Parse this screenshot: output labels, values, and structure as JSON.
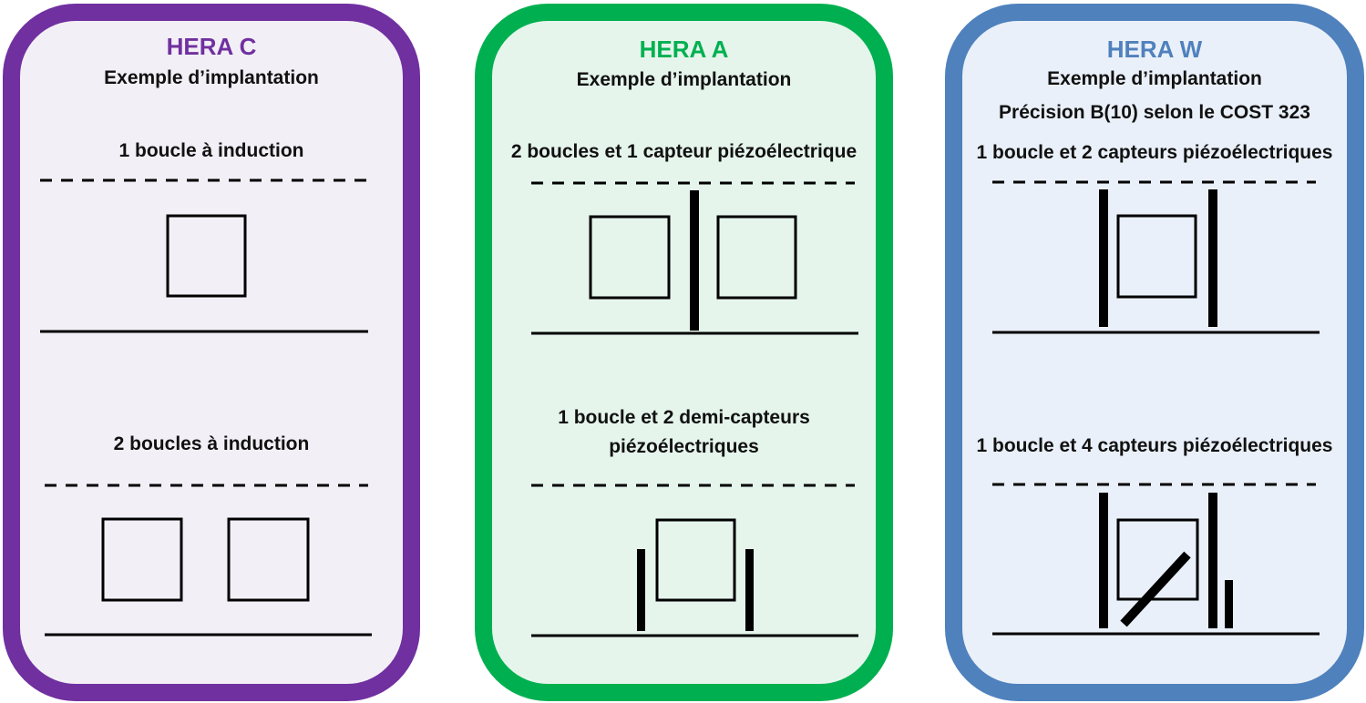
{
  "colors": {
    "hera_c": "#7030a0",
    "hera_a": "#00b050",
    "hera_w": "#4f81bd",
    "bg_c": "#f2eff6",
    "bg_a": "#e5f5ec",
    "bg_w": "#eaf0f9",
    "ink": "#000000"
  },
  "panels": [
    {
      "title": "HERA C",
      "subtitle": "Exemple d’implantation",
      "precision": "",
      "configs": [
        {
          "label": "1 boucle à induction"
        },
        {
          "label": "2 boucles à induction"
        }
      ]
    },
    {
      "title": "HERA A",
      "subtitle": "Exemple d’implantation",
      "precision": "",
      "configs": [
        {
          "label": "2 boucles et 1 capteur piézoélectrique"
        },
        {
          "label": "1 boucle et 2 demi-capteurs\npiézoélectriques"
        }
      ]
    },
    {
      "title": "HERA W",
      "subtitle": "Exemple d’implantation",
      "precision": "Précision B(10) selon le COST 323",
      "configs": [
        {
          "label": "1 boucle et 2 capteurs piézoélectriques"
        },
        {
          "label": "1 boucle et 4 capteurs piézoélectriques"
        }
      ]
    }
  ]
}
